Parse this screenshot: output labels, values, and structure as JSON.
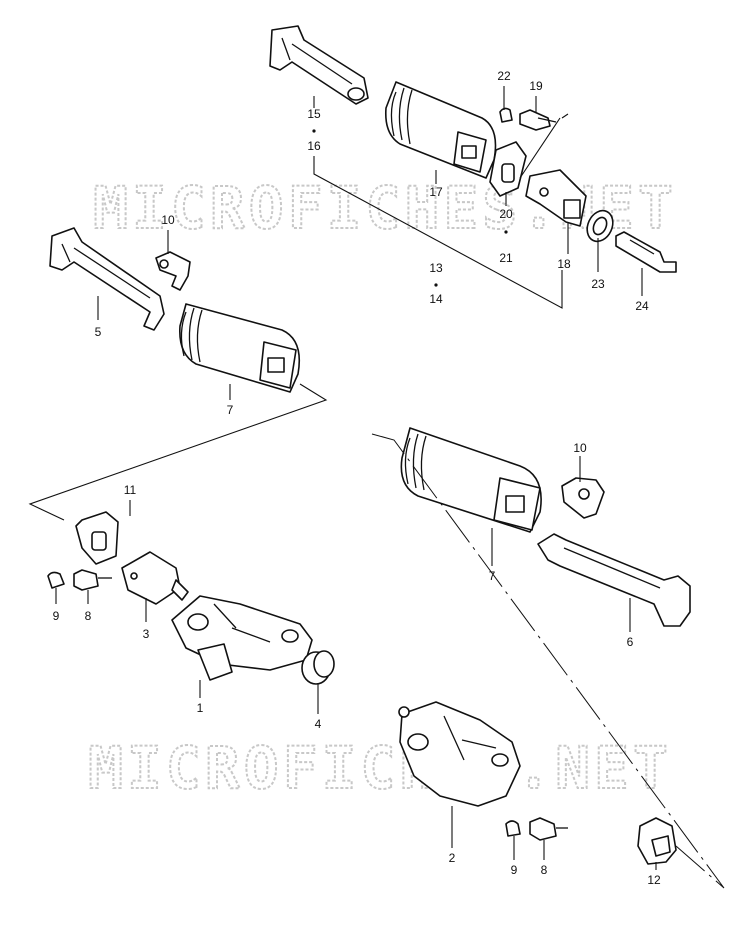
{
  "watermark": {
    "top": "MICROFICHES.NET",
    "bottom": "MICROFICHES.NET"
  },
  "callouts": {
    "c1": "1",
    "c2": "2",
    "c3": "3",
    "c4": "4",
    "c5": "5",
    "c6": "6",
    "c7a": "7",
    "c7b": "7",
    "c8a": "8",
    "c8b": "8",
    "c9a": "9",
    "c9b": "9",
    "c10a": "10",
    "c10b": "10",
    "c11": "11",
    "c12": "12",
    "c13": "13",
    "c14": "14",
    "c15": "15",
    "c16": "16",
    "c17": "17",
    "c18": "18",
    "c19": "19",
    "c20": "20",
    "c21": "21",
    "c22": "22",
    "c23": "23",
    "c24": "24"
  },
  "icons": {
    "footrest-peg": "footrest-peg-icon",
    "rubber-pad": "rubber-pad-icon",
    "bracket": "footrest-bracket-icon",
    "bolt": "bolt-icon",
    "nut": "nut-icon",
    "washer": "washer-icon"
  }
}
